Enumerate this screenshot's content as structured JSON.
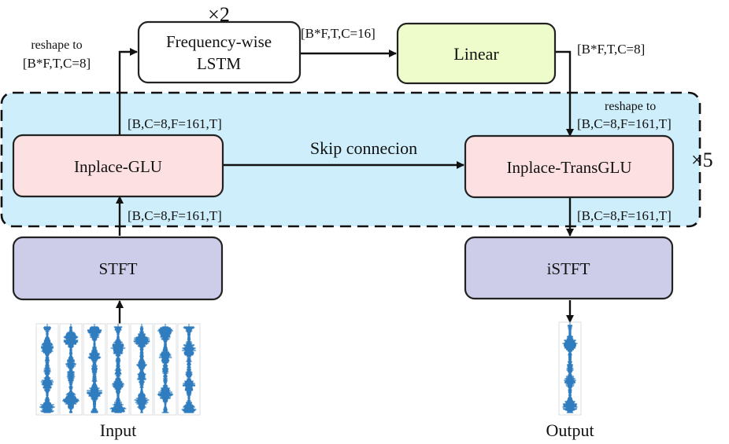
{
  "blocks": {
    "freq_lstm": {
      "line1": "Frequency-wise",
      "line2": "LSTM",
      "repeat": "×2"
    },
    "linear": {
      "label": "Linear"
    },
    "inplace_glu": {
      "label": "Inplace-GLU"
    },
    "inplace_transglu": {
      "label": "Inplace-TransGLU"
    },
    "stft": {
      "label": "STFT"
    },
    "istft": {
      "label": "iSTFT"
    },
    "loop_repeat": "×5"
  },
  "annotations": {
    "reshape_to_lstm_line1": "reshape to",
    "reshape_to_lstm_line2": "[B*F,T,C=8]",
    "lstm_to_linear": "[B*F,T,C=16]",
    "linear_out": "[B*F,T,C=8]",
    "reshape_back_line1": "reshape to",
    "reshape_back_line2": "[B,C=8,F=161,T]",
    "glu_out": "[B,C=8,F=161,T]",
    "stft_out": "[B,C=8,F=161,T]",
    "transglu_out": "[B,C=8,F=161,T]",
    "skip": "Skip connecion"
  },
  "io": {
    "input_label": "Input",
    "output_label": "Output"
  },
  "colors": {
    "loop_fill": "#cdeefa",
    "linear_fill": "#eefccb",
    "glu_fill": "#fde0e1",
    "stft_fill": "#cdcdea",
    "lstm_fill": "#ffffff",
    "waveform": "#2f7dbf"
  }
}
